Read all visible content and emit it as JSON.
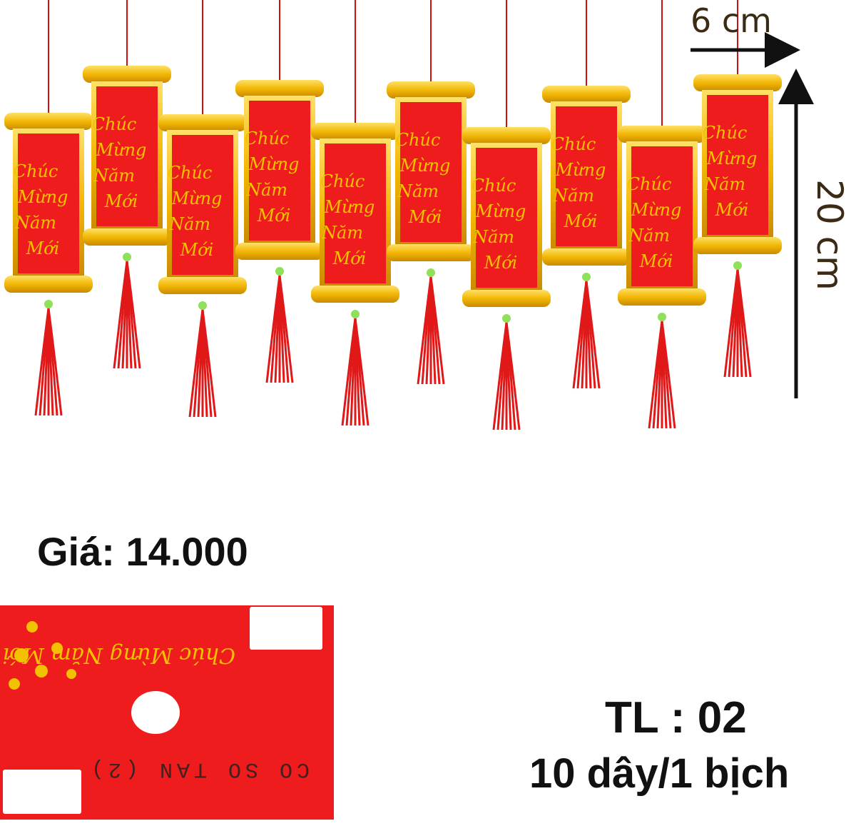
{
  "dimensions": {
    "width": "6 cm",
    "height": "20 cm"
  },
  "ornament": {
    "greeting_lines": [
      "Chúc",
      "Mừng",
      "Năm",
      "Mới"
    ],
    "count": 10
  },
  "price_label": "Giá: 14.000",
  "bag": {
    "greeting": "Chúc Mừng Năm Mới",
    "code": "CO SO TAN (2)"
  },
  "product_code": "TL : 02",
  "pack_info": "10 dây/1 bịch",
  "colors": {
    "red": "#ee1c1c",
    "gold": "#f2b705",
    "dark_text": "#111111",
    "arrow": "#111111"
  }
}
